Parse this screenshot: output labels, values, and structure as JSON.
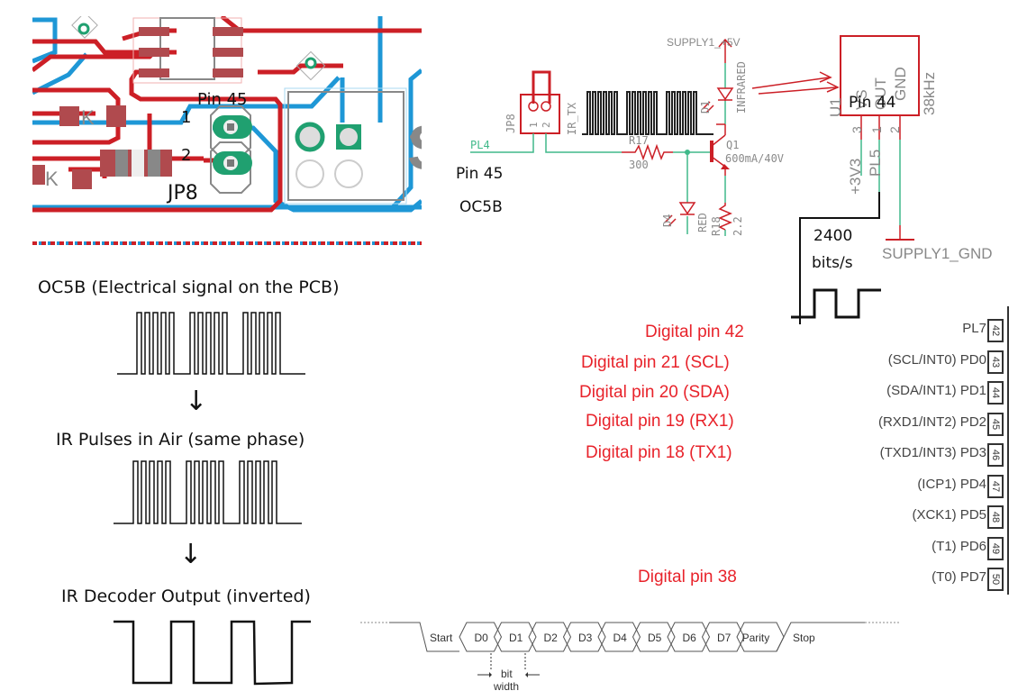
{
  "pcb": {
    "pin_label": "Pin 45",
    "pad1_label": "1",
    "pad2_label": "2",
    "connector_label": "JP8",
    "colors": {
      "top_copper": "#cc1f26",
      "bottom_copper": "#1e97d6",
      "pad": "#20a070"
    }
  },
  "schematic": {
    "supply_label": "SUPPLY1_+5V",
    "jumper_label": "JP8",
    "jumper_pins": [
      "1",
      "2"
    ],
    "signal_name": "IR_TX",
    "net_label": "PL4",
    "pin_label": "Pin 45",
    "function_label": "OC5B",
    "resistor1": {
      "ref": "R17",
      "value": "300"
    },
    "transistor": {
      "ref": "Q1",
      "value": "600mA/40V"
    },
    "led_ir": {
      "ref": "D1",
      "value": "INFRARED"
    },
    "led_red": {
      "ref": "D4",
      "value": "RED"
    },
    "resistor2": {
      "ref": "R18",
      "value": "2.2"
    },
    "receiver": {
      "ref": "U1",
      "pins": [
        "VS",
        "OUT",
        "GND"
      ],
      "pin_numbers": [
        "3",
        "1",
        "2"
      ],
      "freq": "38kHz",
      "pin_label": "Pin 44"
    },
    "vcc_net": "+3V3",
    "out_net": "PL5",
    "gnd_label": "SUPPLY1_GND",
    "baud_value": "2400",
    "baud_unit": "bits/s"
  },
  "waveforms": {
    "oc5b_title": "OC5B (Electrical signal on the PCB)",
    "ir_title": "IR Pulses in Air (same phase)",
    "decoder_title": "IR Decoder Output (inverted)",
    "arrow": "↓"
  },
  "pinout": {
    "digital_labels": [
      "Digital pin 42",
      "Digital pin 21 (SCL)",
      "Digital pin 20 (SDA)",
      "Digital pin 19 (RX1)",
      "Digital pin 18 (TX1)",
      "Digital pin 38"
    ],
    "port_pins": [
      {
        "name": "PL7",
        "num": "42"
      },
      {
        "name": "(SCL/INT0) PD0",
        "num": "43"
      },
      {
        "name": "(SDA/INT1) PD1",
        "num": "44"
      },
      {
        "name": "(RXD1/INT2) PD2",
        "num": "45"
      },
      {
        "name": "(TXD1/INT3) PD3",
        "num": "46"
      },
      {
        "name": "(ICP1) PD4",
        "num": "47"
      },
      {
        "name": "(XCK1) PD5",
        "num": "48"
      },
      {
        "name": "(T1) PD6",
        "num": "49"
      },
      {
        "name": "(T0) PD7",
        "num": "50"
      }
    ]
  },
  "uart_frame": {
    "fields": [
      "Start",
      "D0",
      "D1",
      "D2",
      "D3",
      "D4",
      "D5",
      "D6",
      "D7",
      "Parity",
      "Stop"
    ],
    "bit_label": "bit",
    "width_label": "width"
  }
}
